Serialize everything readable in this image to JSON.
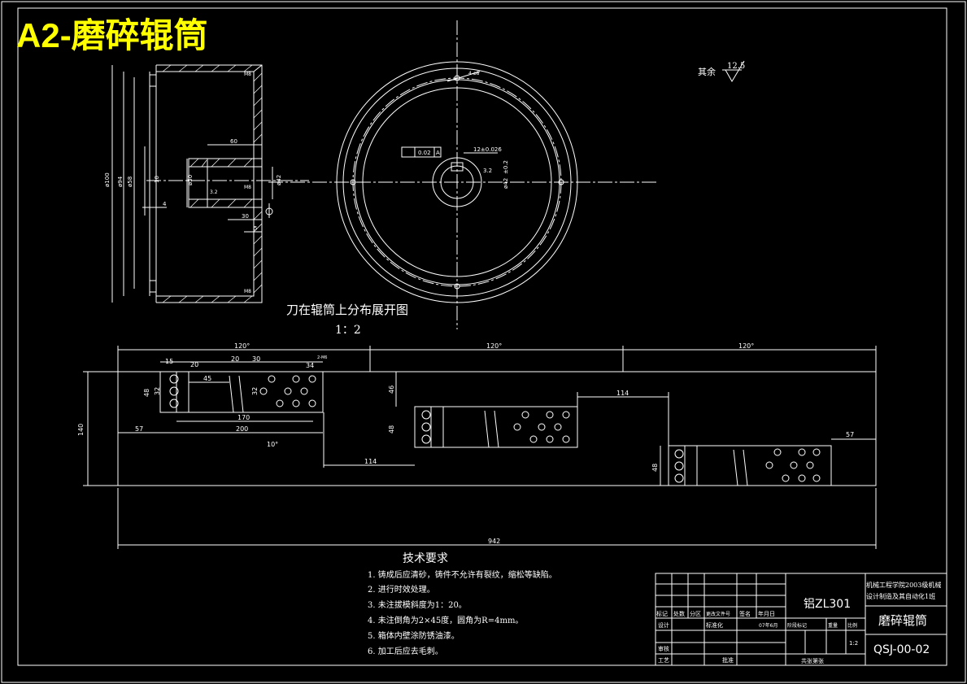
{
  "sheet_title": "A2-磨碎辊筒",
  "roughness": {
    "label": "其余",
    "value": "12.5"
  },
  "section_view": {
    "dims": [
      "ø100",
      "ø94",
      "ø58",
      "ø50",
      "ø42",
      "10",
      "60",
      "30",
      "5",
      "4",
      "3.2",
      "M8"
    ]
  },
  "circle_view": {
    "tolerance_value": "0.02",
    "tolerance_datum": "A",
    "keyway": "12±0.026",
    "bore": "ø42",
    "bore_tol": "±0.2",
    "roughness": "3.2",
    "hole_label": "4-ø8"
  },
  "layout_title": "刀在辊筒上分布展开图",
  "layout_scale": "1：2",
  "development": {
    "angles": [
      "120°",
      "120°",
      "120°"
    ],
    "dims_top": [
      "15",
      "20",
      "20",
      "30",
      "34"
    ],
    "dims_mid": [
      "45",
      "48",
      "32",
      "32",
      "170",
      "200",
      "57",
      "10°"
    ],
    "dims_other": [
      "140",
      "46",
      "48",
      "114",
      "114",
      "48",
      "57",
      "942"
    ],
    "hole_note": "2-M6"
  },
  "tech_title": "技术要求",
  "tech_items": [
    "1. 铸成后应清砂，铸件不允许有裂纹，缩松等缺陷。",
    "2. 进行时效处理。",
    "3. 未注拔模斜度为1：20。",
    "4. 未注倒角为2×45度，圆角为R=4mm。",
    "5. 箱体内壁涂防锈油漆。",
    "6. 加工后应去毛刺。"
  ],
  "title_block": {
    "material": "铝ZL301",
    "school_1": "机械工程学院2003级机械",
    "school_2": "设计制造及其自动化1班",
    "part_name": "磨碎辊筒",
    "drawing_no": "QSJ-00-02",
    "scale": "1:2",
    "row_labels": [
      "标记",
      "处数",
      "分区",
      "更改文件号",
      "签名",
      "年月日"
    ],
    "design": "设计",
    "standard": "标准化",
    "date": "07年6月",
    "stage": "阶段标记",
    "weight": "重量",
    "scale_label": "比例",
    "check": "审核",
    "craft": "工艺",
    "approve": "批准",
    "sheets": "共张第张"
  }
}
